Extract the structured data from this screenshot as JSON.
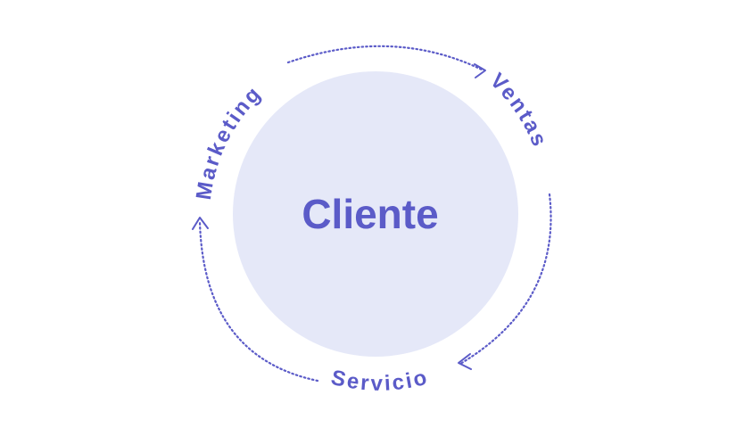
{
  "center": {
    "label": "Cliente"
  },
  "stages": {
    "marketing": "Marketing",
    "ventas": "Ventas",
    "servicio": "Servicio"
  },
  "colors": {
    "accent": "#5b5bc8",
    "circle_fill": "#e5e8f8",
    "background": "#ffffff"
  }
}
